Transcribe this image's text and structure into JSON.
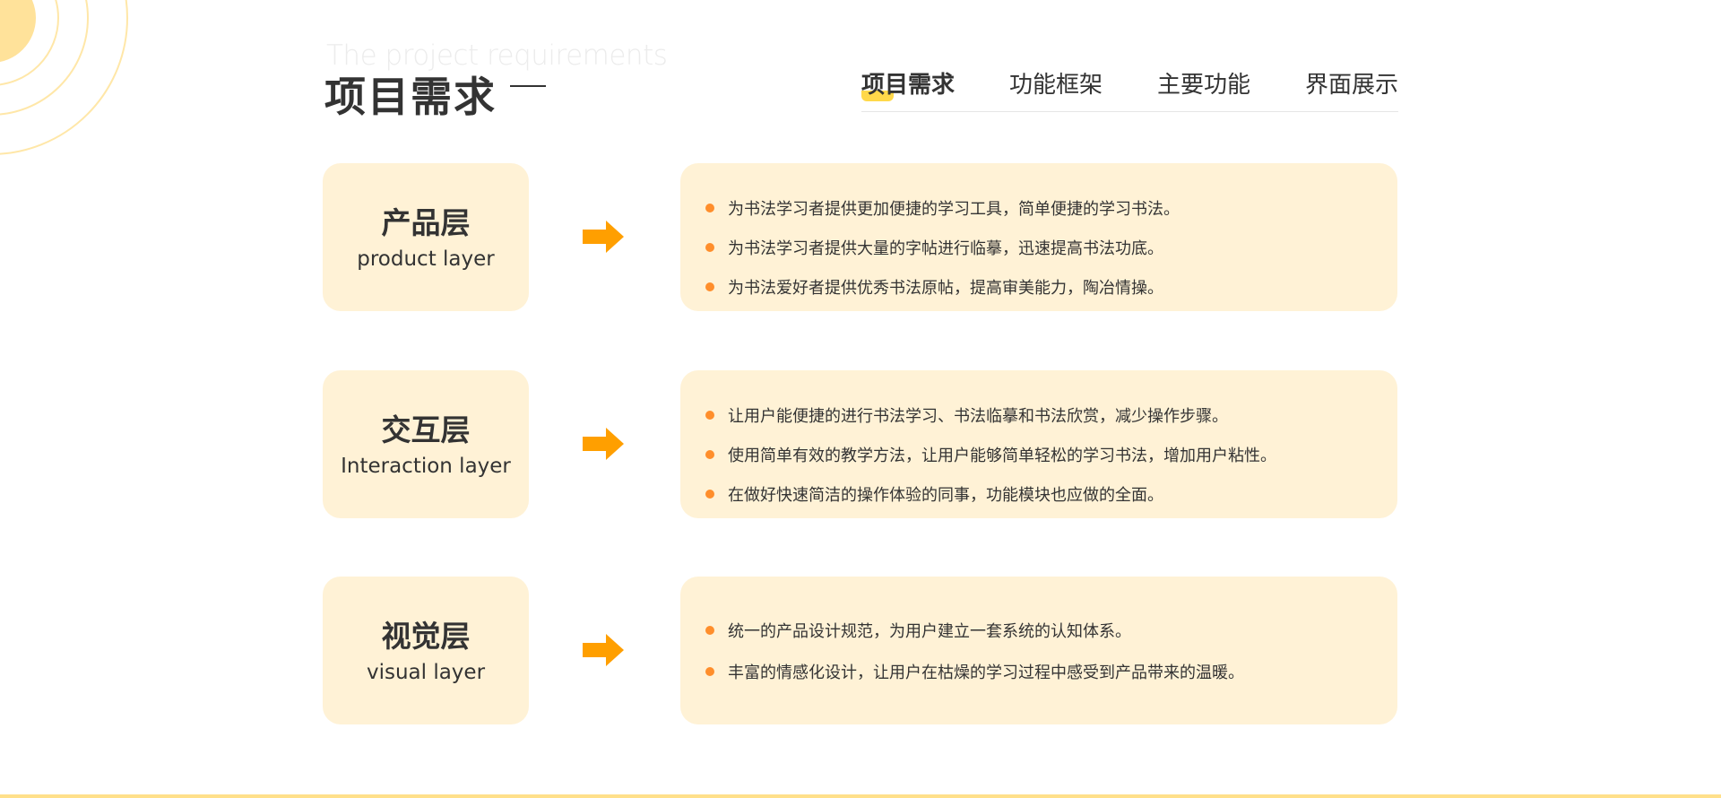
{
  "header": {
    "subtitle": "The project requirements",
    "title": "项目需求"
  },
  "nav": {
    "tabs": [
      {
        "label": "项目需求",
        "active": true
      },
      {
        "label": "功能框架"
      },
      {
        "label": "主要功能"
      },
      {
        "label": "界面展示"
      }
    ]
  },
  "colors": {
    "accent": "#ff9f00",
    "card": "#fff2d6",
    "bullet": "#ff8e2b",
    "highlight": "#ffd84a"
  },
  "rows": [
    {
      "cn": "产品层",
      "en": "product layer",
      "items": [
        "为书法学习者提供更加便捷的学习工具，简单便捷的学习书法。",
        "为书法学习者提供大量的字帖进行临摹，迅速提高书法功底。",
        "为书法爱好者提供优秀书法原帖，提高审美能力，陶冶情操。"
      ]
    },
    {
      "cn": "交互层",
      "en": "Interaction layer",
      "items": [
        "让用户能便捷的进行书法学习、书法临摹和书法欣赏，减少操作步骤。",
        "使用简单有效的教学方法，让用户能够简单轻松的学习书法，增加用户粘性。",
        "在做好快速简洁的操作体验的同事，功能模块也应做的全面。"
      ]
    },
    {
      "cn": "视觉层",
      "en": "visual layer",
      "items": [
        "统一的产品设计规范，为用户建立一套系统的认知体系。",
        "丰富的情感化设计，让用户在枯燥的学习过程中感受到产品带来的温暖。"
      ]
    }
  ]
}
